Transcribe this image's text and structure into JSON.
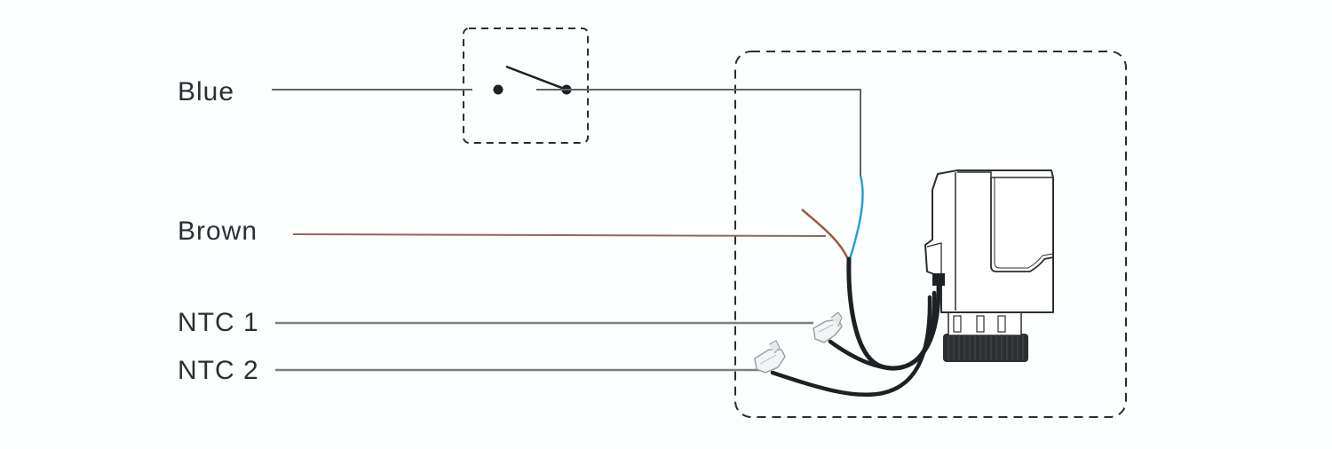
{
  "wires": {
    "blue": {
      "label": "Blue",
      "color": "#2a9fd0"
    },
    "brown": {
      "label": "Brown",
      "color": "#9a5a3c"
    },
    "ntc1": {
      "label": "NTC 1",
      "color": "#7a7f82"
    },
    "ntc2": {
      "label": "NTC 2",
      "color": "#7a7f82"
    }
  },
  "colors": {
    "line": "#5f6468",
    "cable_black": "#1e2124",
    "dashed_border": "#2a2f33",
    "actuator_body": "#ffffff",
    "actuator_outline": "#2a2f33",
    "knurl_ring": "#2c3032"
  },
  "components": {
    "switch": {
      "type": "single-pole switch",
      "state": "open"
    },
    "actuator": {
      "type": "thermal actuator"
    },
    "connectors": [
      "ntc-1-clip",
      "ntc-2-clip"
    ]
  }
}
